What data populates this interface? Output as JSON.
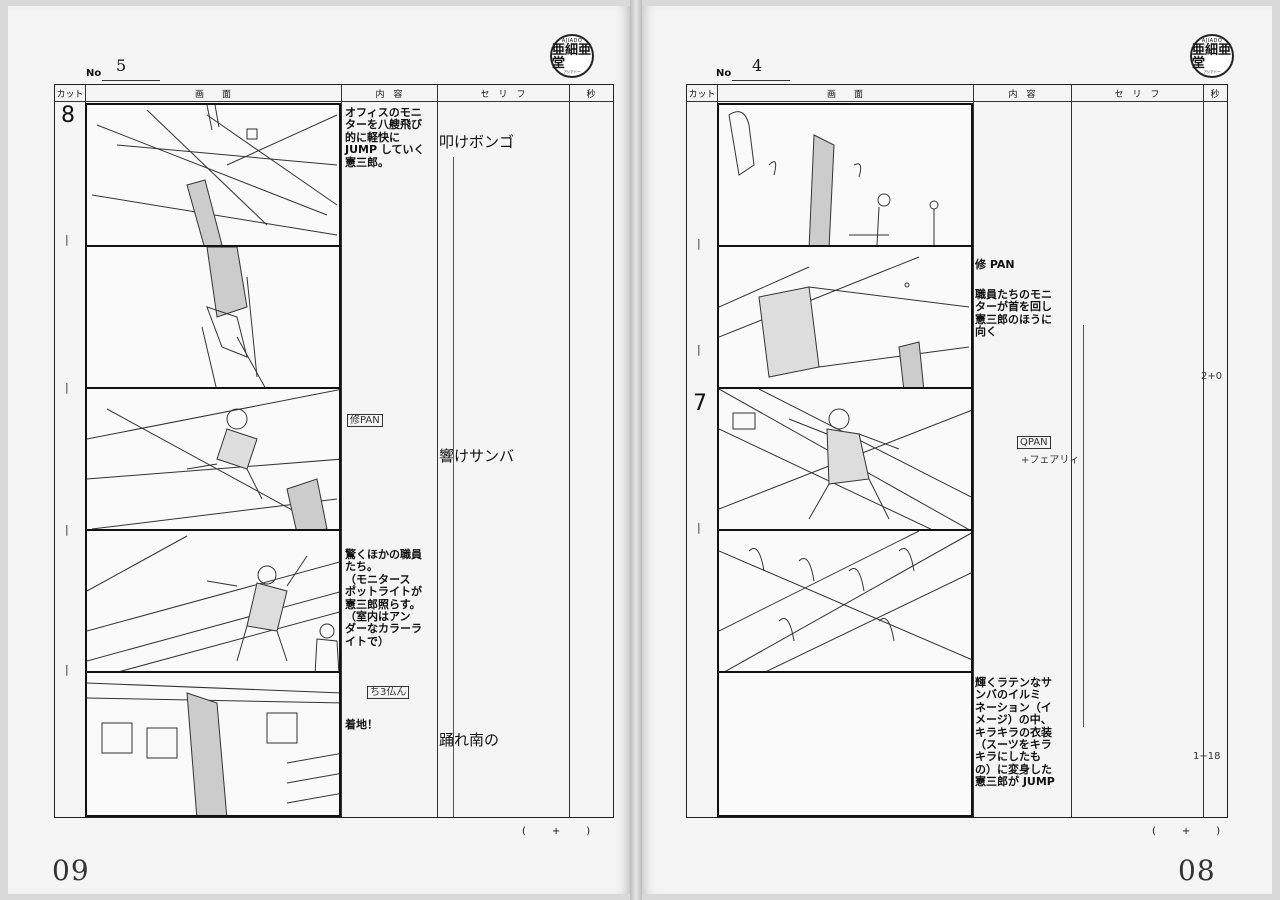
{
  "left_page": {
    "no_label": "No",
    "no_value": "5",
    "page_number": "09",
    "headers": {
      "cut": "カット",
      "screen": "画　　面",
      "content": "内　容",
      "dialogue": "セ　リ　フ",
      "seconds": "秒"
    },
    "cut_number": "8",
    "content": [
      "オフィスのモニ\nターを八艘飛び\n的に軽快に\nJUMP していく\n憲三郎。",
      "驚くほかの職員\nたち。\n（モニタース\nポットライトが\n憲三郎照らす。\n（室内はアン\nダーなカラーラ\nイトで）",
      "着地！"
    ],
    "notes": [
      "修PAN",
      "ち3仏ん"
    ],
    "dialogue": [
      "叩けボンゴ",
      "響けサンバ",
      "踊れ南の"
    ],
    "footer": "(　　+　　)"
  },
  "right_page": {
    "no_label": "No",
    "no_value": "4",
    "page_number": "08",
    "headers": {
      "cut": "カット",
      "screen": "画　　面",
      "content": "内　容",
      "dialogue": "セ　リ　フ",
      "seconds": "秒"
    },
    "cut_number": "7",
    "content": [
      "修 PAN",
      "職員たちのモニ\nターが首を回し\n憲三郎のほうに\n向く",
      "輝くラテンなサ\nンバのイルミ\nネーション（イ\nメージ）の中、\nキラキラの衣装\n（スーツをキラ\nキラにしたも\nの）に変身した\n憲三郎が JUMP"
    ],
    "notes": [
      "QPAN",
      "+フェアリィ",
      "2+0",
      "1+18"
    ],
    "footer": "(　　+　　)"
  },
  "logo": {
    "brand": "AJIADO",
    "main": "亜細亜堂",
    "sub": "アジアドー"
  }
}
